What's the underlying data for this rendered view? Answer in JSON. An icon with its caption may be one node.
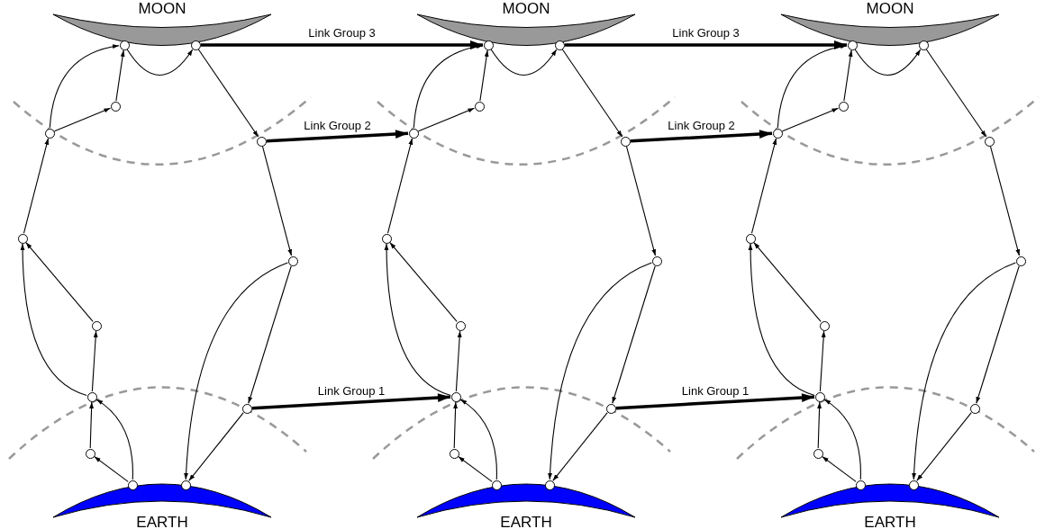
{
  "diagram": {
    "nodes": [
      {
        "text": [
          "MOON"
        ]
      },
      {
        "text": [],
        "shape": "circle"
      },
      {
        "text": [],
        "shape": "circle"
      },
      {
        "text": [],
        "shape": "circle"
      },
      {
        "text": [],
        "shape": "circle"
      },
      {
        "text": [],
        "shape": "circle"
      },
      {
        "text": [],
        "shape": "circle"
      },
      {
        "text": [],
        "shape": "circle"
      },
      {
        "text": [],
        "shape": "circle"
      },
      {
        "text": [],
        "shape": "circle"
      },
      {
        "text": [],
        "shape": "circle"
      },
      {
        "text": [],
        "shape": "circle"
      },
      {
        "text": [],
        "shape": "circle"
      },
      {
        "text": [],
        "shape": "circle"
      },
      {
        "text": [
          "EARTH"
        ]
      },
      {
        "text": [
          "MOON"
        ]
      },
      {
        "text": [],
        "shape": "circle"
      },
      {
        "text": [],
        "shape": "circle"
      },
      {
        "text": [],
        "shape": "circle"
      },
      {
        "text": [],
        "shape": "circle"
      },
      {
        "text": [],
        "shape": "circle"
      },
      {
        "text": [],
        "shape": "circle"
      },
      {
        "text": [],
        "shape": "circle"
      },
      {
        "text": [],
        "shape": "circle"
      },
      {
        "text": [],
        "shape": "circle"
      },
      {
        "text": [],
        "shape": "circle"
      },
      {
        "text": [],
        "shape": "circle"
      },
      {
        "text": [],
        "shape": "circle"
      },
      {
        "text": [],
        "shape": "circle"
      },
      {
        "text": [
          "EARTH"
        ]
      },
      {
        "text": [
          "MOON"
        ]
      },
      {
        "text": [],
        "shape": "circle"
      },
      {
        "text": [],
        "shape": "circle"
      },
      {
        "text": [],
        "shape": "circle"
      },
      {
        "text": [],
        "shape": "circle"
      },
      {
        "text": [],
        "shape": "circle"
      },
      {
        "text": [],
        "shape": "circle"
      },
      {
        "text": [],
        "shape": "circle"
      },
      {
        "text": [],
        "shape": "circle"
      },
      {
        "text": [],
        "shape": "circle"
      },
      {
        "text": [],
        "shape": "circle"
      },
      {
        "text": [],
        "shape": "circle"
      },
      {
        "text": [],
        "shape": "circle"
      },
      {
        "text": [],
        "shape": "circle"
      },
      {
        "text": [
          "EARTH"
        ]
      }
    ],
    "edges": [
      {
        "from": 12,
        "to": 11,
        "arrow": "to"
      },
      {
        "from": 11,
        "to": 9,
        "arrow": "to"
      },
      {
        "from": 12,
        "to": 9,
        "arrow": "to"
      },
      {
        "from": 9,
        "to": 8,
        "arrow": "to"
      },
      {
        "from": 8,
        "to": 6,
        "arrow": "to"
      },
      {
        "from": 9,
        "to": 6,
        "arrow": "to"
      },
      {
        "from": 6,
        "to": 4,
        "arrow": "to"
      },
      {
        "from": 4,
        "to": 1,
        "arrow": "to"
      },
      {
        "from": 4,
        "to": 3,
        "arrow": "to"
      },
      {
        "from": 3,
        "to": 1,
        "arrow": "to"
      },
      {
        "from": 1,
        "to": 2,
        "arrow": "to"
      },
      {
        "from": 2,
        "to": 5,
        "arrow": "to"
      },
      {
        "from": 5,
        "to": 7,
        "arrow": "to"
      },
      {
        "from": 7,
        "to": 10,
        "arrow": "to"
      },
      {
        "from": 7,
        "to": 13,
        "arrow": "to"
      },
      {
        "from": 10,
        "to": 13,
        "arrow": "to"
      },
      {
        "from": 27,
        "to": 26,
        "arrow": "to"
      },
      {
        "from": 26,
        "to": 24,
        "arrow": "to"
      },
      {
        "from": 27,
        "to": 24,
        "arrow": "to"
      },
      {
        "from": 24,
        "to": 23,
        "arrow": "to"
      },
      {
        "from": 23,
        "to": 21,
        "arrow": "to"
      },
      {
        "from": 24,
        "to": 21,
        "arrow": "to"
      },
      {
        "from": 21,
        "to": 19,
        "arrow": "to"
      },
      {
        "from": 19,
        "to": 16,
        "arrow": "to"
      },
      {
        "from": 19,
        "to": 18,
        "arrow": "to"
      },
      {
        "from": 18,
        "to": 16,
        "arrow": "to"
      },
      {
        "from": 16,
        "to": 17,
        "arrow": "to"
      },
      {
        "from": 17,
        "to": 20,
        "arrow": "to"
      },
      {
        "from": 20,
        "to": 22,
        "arrow": "to"
      },
      {
        "from": 22,
        "to": 25,
        "arrow": "to"
      },
      {
        "from": 22,
        "to": 28,
        "arrow": "to"
      },
      {
        "from": 25,
        "to": 28,
        "arrow": "to"
      },
      {
        "from": 42,
        "to": 41,
        "arrow": "to"
      },
      {
        "from": 41,
        "to": 39,
        "arrow": "to"
      },
      {
        "from": 42,
        "to": 39,
        "arrow": "to"
      },
      {
        "from": 39,
        "to": 38,
        "arrow": "to"
      },
      {
        "from": 38,
        "to": 36,
        "arrow": "to"
      },
      {
        "from": 39,
        "to": 36,
        "arrow": "to"
      },
      {
        "from": 36,
        "to": 34,
        "arrow": "to"
      },
      {
        "from": 34,
        "to": 31,
        "arrow": "to"
      },
      {
        "from": 34,
        "to": 33,
        "arrow": "to"
      },
      {
        "from": 33,
        "to": 31,
        "arrow": "to"
      },
      {
        "from": 31,
        "to": 32,
        "arrow": "to"
      },
      {
        "from": 32,
        "to": 35,
        "arrow": "to"
      },
      {
        "from": 35,
        "to": 37,
        "arrow": "to"
      },
      {
        "from": 37,
        "to": 40,
        "arrow": "to"
      },
      {
        "from": 37,
        "to": 43,
        "arrow": "to"
      },
      {
        "from": 40,
        "to": 43,
        "arrow": "to"
      },
      {
        "from": 2,
        "to": 16,
        "arrow": "to",
        "label": "Link Group 3",
        "style": "thick"
      },
      {
        "from": 17,
        "to": 31,
        "arrow": "to",
        "label": "Link Group 3",
        "style": "thick"
      },
      {
        "from": 5,
        "to": 19,
        "arrow": "to",
        "label": "Link Group 2",
        "style": "thick"
      },
      {
        "from": 20,
        "to": 34,
        "arrow": "to",
        "label": "Link Group 2",
        "style": "thick"
      },
      {
        "from": 10,
        "to": 24,
        "arrow": "to",
        "label": "Link Group 1",
        "style": "thick"
      },
      {
        "from": 25,
        "to": 39,
        "arrow": "to",
        "label": "Link Group 1",
        "style": "thick"
      }
    ]
  }
}
